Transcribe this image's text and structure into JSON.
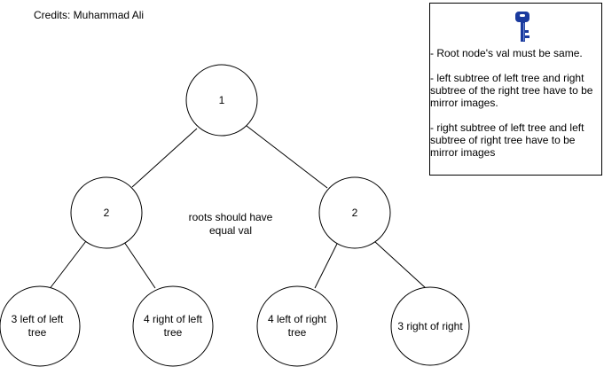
{
  "credits": "Credits: Muhammad Ali",
  "nodes": {
    "root": "1",
    "left_mid": "2",
    "right_mid": "2",
    "ll": "3 left of left tree",
    "lr": "4 right of left tree",
    "rl": "4 left of right tree",
    "rr": "3 right of right"
  },
  "center_note": "roots should have equal val",
  "key_box": {
    "icon": "key-icon",
    "notes": [
      "- Root node's val must be same.",
      "- left subtree of left tree and right subtree of the right tree have to be mirror images.",
      "- right subtree of left tree and left subtree of right tree have to be mirror images"
    ]
  },
  "colors": {
    "key_icon": "#1a3a9e",
    "stroke": "#000000"
  }
}
